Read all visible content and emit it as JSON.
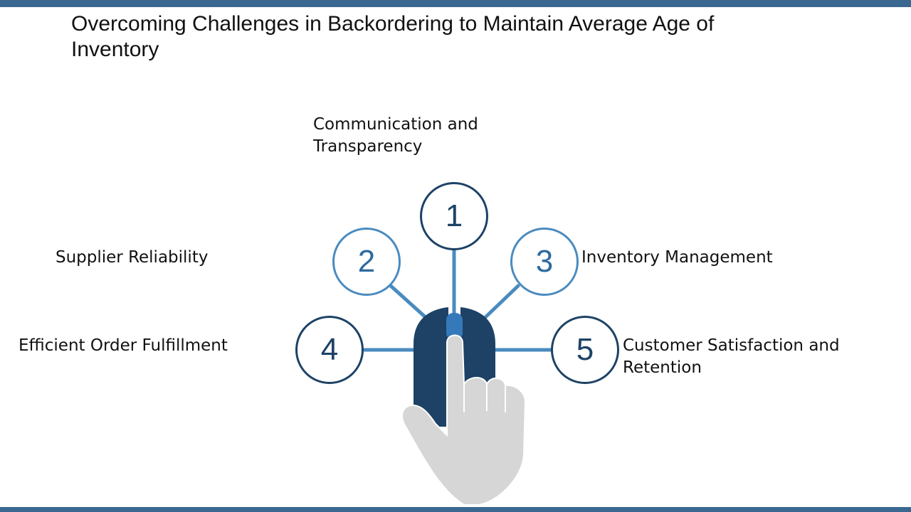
{
  "title": "Overcoming Challenges in Backordering to Maintain Average Age of Inventory",
  "colors": {
    "accent_bar": "#3a6890",
    "mouse_dark": "#1d4266",
    "mouse_center": "#3479ba",
    "spoke": "#4a8bbf",
    "circle_border_dark": "#1d4266",
    "circle_border_light": "#4a8bbf",
    "hand": "#d6d6d6"
  },
  "diagram": {
    "icon": "hand-clicking-mouse",
    "items": [
      {
        "number": "1",
        "label": "Communication and Transparency"
      },
      {
        "number": "2",
        "label": "Supplier Reliability"
      },
      {
        "number": "3",
        "label": "Inventory Management"
      },
      {
        "number": "4",
        "label": "Efficient Order Fulfillment"
      },
      {
        "number": "5",
        "label": "Customer Satisfaction and Retention"
      }
    ]
  }
}
